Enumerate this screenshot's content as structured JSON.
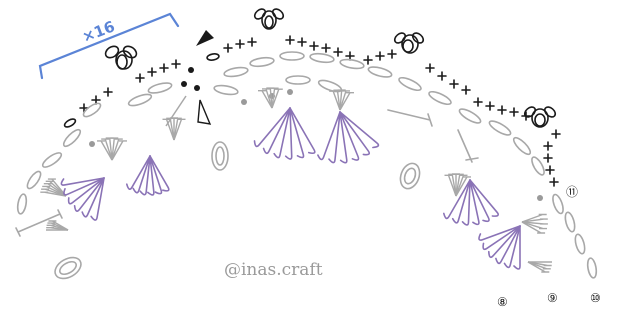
{
  "diagram": {
    "repeat_label": "×16",
    "watermark": "@inas.craft",
    "round_labels": [
      "⑪",
      "⑩",
      "⑨",
      "⑧"
    ]
  },
  "colors": {
    "repeat_bracket": "#5b84d6",
    "current_round": "#1a1a1a",
    "previous_rounds": "#a8a8a8",
    "earlier_round": "#8a73b6",
    "marker_dots": "#9a9a9a"
  },
  "legend_symbols": [
    "single-crochet",
    "chain",
    "slip-stitch",
    "picot",
    "half-double-crochet",
    "double-crochet",
    "start-arrow",
    "fasten-off-arrow"
  ]
}
